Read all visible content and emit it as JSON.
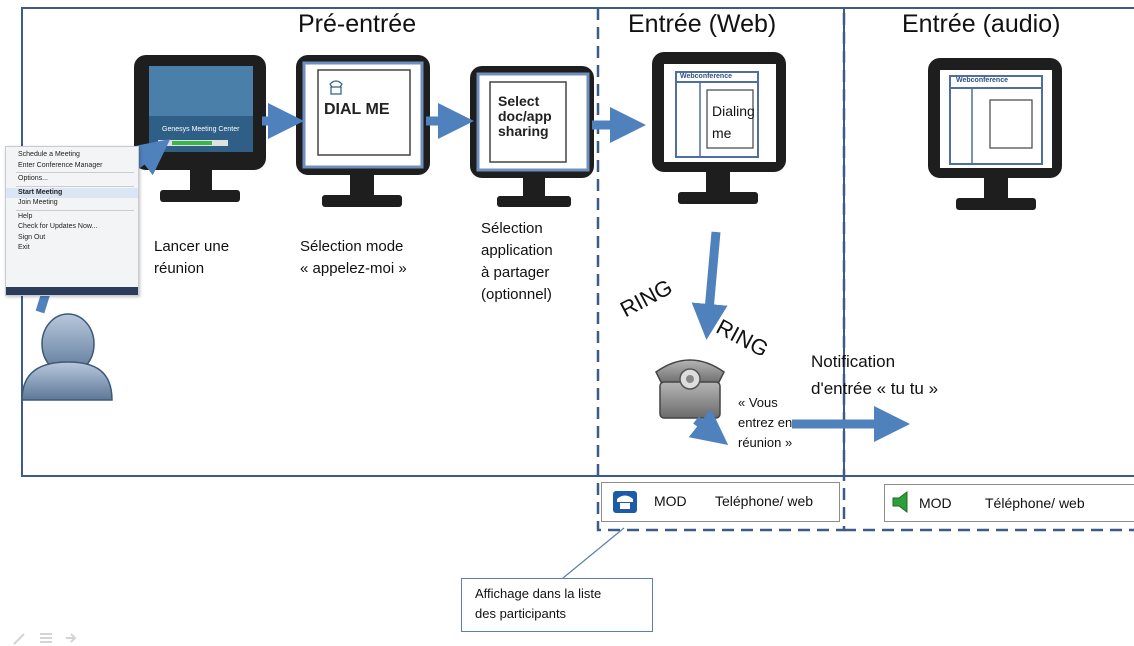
{
  "phases": {
    "pre_entry": "Pré-entrée",
    "entry_web": "Entrée (Web)",
    "entry_audio": "Entrée (audio)"
  },
  "captions": {
    "launch_l1": "Lancer une",
    "launch_l2": "réunion",
    "mode_l1": "Sélection mode",
    "mode_l2": "« appelez-moi »",
    "app_l1": "Sélection",
    "app_l2": "application",
    "app_l3": "à partager",
    "app_l4": "(optionnel)"
  },
  "menu": {
    "items": [
      "Schedule a Meeting",
      "Enter Conference Manager",
      "Options...",
      "Start Meeting",
      "Join Meeting",
      "Help",
      "Check for Updates Now...",
      "Sign Out",
      "Exit"
    ]
  },
  "screens": {
    "splash_brand": "Genesys Meeting Center",
    "dial_me": "DIAL ME",
    "select_l1": "Select",
    "select_l2": "doc/app",
    "select_l3": "sharing",
    "webconf_title": "Webconference",
    "dialing_l1": "Dialing",
    "dialing_l2": "me",
    "webconf_title_2": "Webconference"
  },
  "ring": {
    "left": "RING",
    "right": "RING"
  },
  "vous": {
    "l1": "« Vous",
    "l2": "entrez en",
    "l3": "réunion »"
  },
  "notification": {
    "l1": "Notification",
    "l2": "d'entrée « tu tu »"
  },
  "participants": {
    "web": {
      "mode": "MOD",
      "type": "Teléphone/ web"
    },
    "audio": {
      "mode": "MOD",
      "type": "Téléphone/ web"
    }
  },
  "callout": {
    "l1": "Affichage dans la  liste",
    "l2": "des participants"
  },
  "colors": {
    "arrow": "#4f81bd",
    "frame": "#3c5a8a",
    "monitor": "#222222"
  },
  "icons": {
    "user": "user-silhouette-icon",
    "phone": "telephone-icon",
    "speaker": "speaker-icon",
    "footer": [
      "pen-icon",
      "menu-icon",
      "arrow-icon"
    ]
  }
}
